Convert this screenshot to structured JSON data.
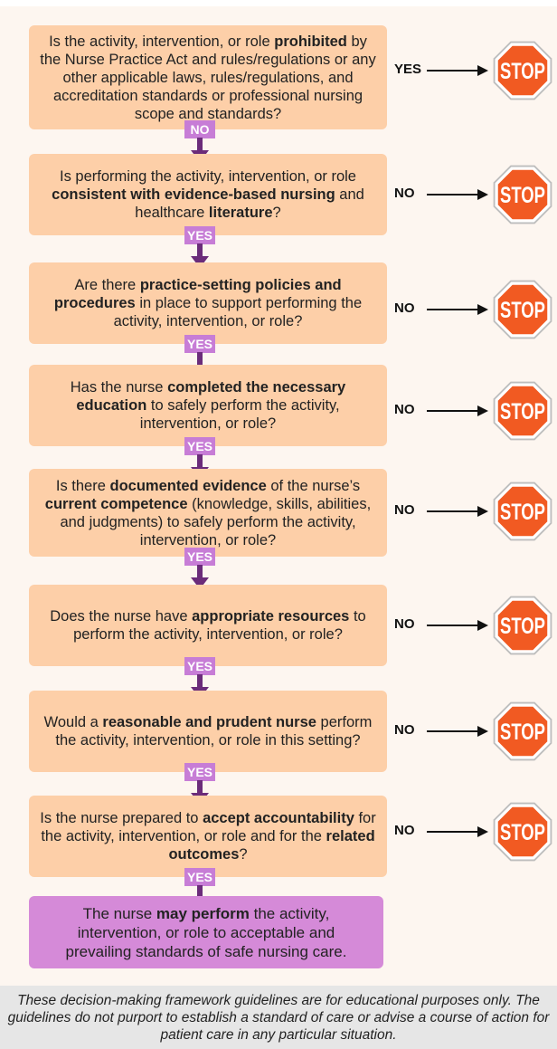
{
  "colors": {
    "question_box": "#fdcfa8",
    "final_box": "#d58ad8",
    "badge": "#c77dd6",
    "arrow_down": "#6b2c7a",
    "stop_sign": "#f15a22",
    "background": "#fdf6f0",
    "disclaimer_bg": "#e6e6e6"
  },
  "questions": [
    {
      "parts": [
        {
          "t": "Is the activity, intervention, or role "
        },
        {
          "t": "prohibited",
          "b": true
        },
        {
          "t": " by the Nurse Practice Act and rules/regulations or any other applicable laws, rules/regulations, and accreditation standards or professional nursing  scope and standards?"
        }
      ],
      "side_label": "YES",
      "stop": "STOP",
      "next_label": "NO"
    },
    {
      "parts": [
        {
          "t": "Is performing the activity, intervention, or role "
        },
        {
          "t": "consistent with evidence-based nursing",
          "b": true
        },
        {
          "t": " and healthcare "
        },
        {
          "t": "literature",
          "b": true
        },
        {
          "t": "?"
        }
      ],
      "side_label": "NO",
      "stop": "STOP",
      "next_label": "YES"
    },
    {
      "parts": [
        {
          "t": "Are there "
        },
        {
          "t": "practice-setting policies and procedures",
          "b": true
        },
        {
          "t": " in place to support performing the activity, intervention, or role?"
        }
      ],
      "side_label": "NO",
      "stop": "STOP",
      "next_label": "YES"
    },
    {
      "parts": [
        {
          "t": "Has the nurse "
        },
        {
          "t": "completed the necessary education",
          "b": true
        },
        {
          "t": " to safely perform the activity, intervention, or role?"
        }
      ],
      "side_label": "NO",
      "stop": "STOP",
      "next_label": "YES"
    },
    {
      "parts": [
        {
          "t": "Is there "
        },
        {
          "t": "documented evidence",
          "b": true
        },
        {
          "t": " of the nurse’s "
        },
        {
          "t": "current competence",
          "b": true
        },
        {
          "t": " (knowledge, skills, abilities, and judgments) to safely perform the activity, intervention, or role?"
        }
      ],
      "side_label": "NO",
      "stop": "STOP",
      "next_label": "YES"
    },
    {
      "parts": [
        {
          "t": "Does the nurse have "
        },
        {
          "t": "appropriate resources",
          "b": true
        },
        {
          "t": " to perform the activity, intervention, or role?"
        }
      ],
      "side_label": "NO",
      "stop": "STOP",
      "next_label": "YES"
    },
    {
      "parts": [
        {
          "t": "Would a "
        },
        {
          "t": "reasonable and prudent nurse",
          "b": true
        },
        {
          "t": " perform the activity, intervention, or role in this setting?"
        }
      ],
      "side_label": "NO",
      "stop": "STOP",
      "next_label": "YES"
    },
    {
      "parts": [
        {
          "t": "Is the nurse prepared to "
        },
        {
          "t": "accept accountability",
          "b": true
        },
        {
          "t": " for the activity, intervention, or role and for the "
        },
        {
          "t": "related outcomes",
          "b": true
        },
        {
          "t": "?"
        }
      ],
      "side_label": "NO",
      "stop": "STOP",
      "next_label": "YES"
    }
  ],
  "final": {
    "parts": [
      {
        "t": "The nurse "
      },
      {
        "t": "may perform",
        "b": true
      },
      {
        "t": " the activity, intervention, or role to acceptable and prevailing standards of safe nursing care."
      }
    ]
  },
  "disclaimer": "These decision-making framework guidelines are for educational purposes only. The guidelines do not purport to establish a standard of care or advise a course of action for patient care in any particular situation."
}
